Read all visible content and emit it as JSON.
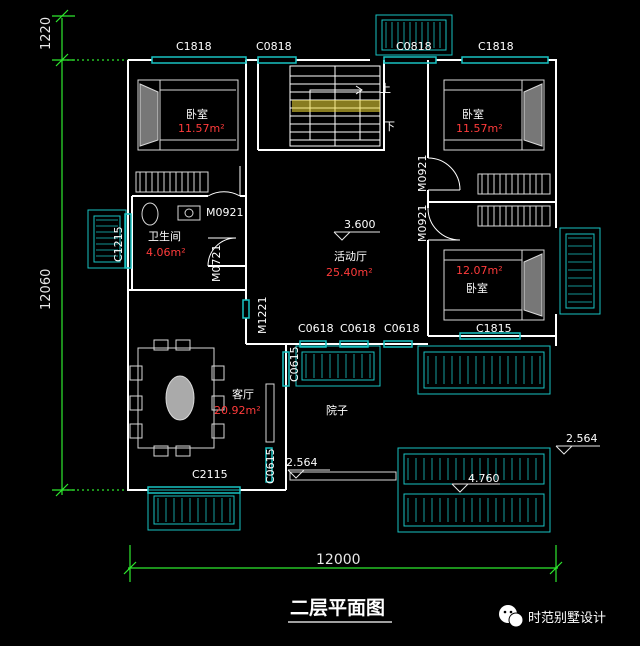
{
  "title": "二层平面图",
  "brand": "时范别墅设计",
  "dimensions": {
    "top": "1220",
    "left": "12060",
    "bottom": "12000",
    "right_level": "2.564",
    "terrace_level": "2.564",
    "step_level": "4.760",
    "hall_level": "3.600"
  },
  "windows": {
    "w1": "C1818",
    "w2": "C0818",
    "w3": "C0818",
    "w4": "C1818",
    "w5": "C1215",
    "w6": "C0618",
    "w7": "C0618",
    "w8": "C0618",
    "w9": "C1815",
    "w10": "C0615",
    "w11": "C0615",
    "w12": "C2115"
  },
  "doors": {
    "d1": "M0921",
    "d2": "M0921",
    "d3": "M0921",
    "d4": "M0721",
    "d5": "M1221"
  },
  "stairs": {
    "up": "上",
    "down": "下"
  },
  "rooms": {
    "bedroom_nw": {
      "name": "卧室",
      "area": "11.57m²"
    },
    "bedroom_ne": {
      "name": "卧室",
      "area": "11.57m²"
    },
    "bedroom_se": {
      "name": "卧室",
      "area": "12.07m²"
    },
    "bathroom": {
      "name": "卫生间",
      "area": "4.06m²"
    },
    "hall": {
      "name": "活动厅",
      "area": "25.40m²"
    },
    "living": {
      "name": "客厅",
      "area": "20.92m²"
    },
    "yard": {
      "name": "院子"
    }
  },
  "colors": {
    "wall": "#ffffff",
    "window": "#19c2c2",
    "dimension_line": "#2ee82e",
    "furniture": "#d8d8d8",
    "area_text": "#ff3b3b"
  }
}
